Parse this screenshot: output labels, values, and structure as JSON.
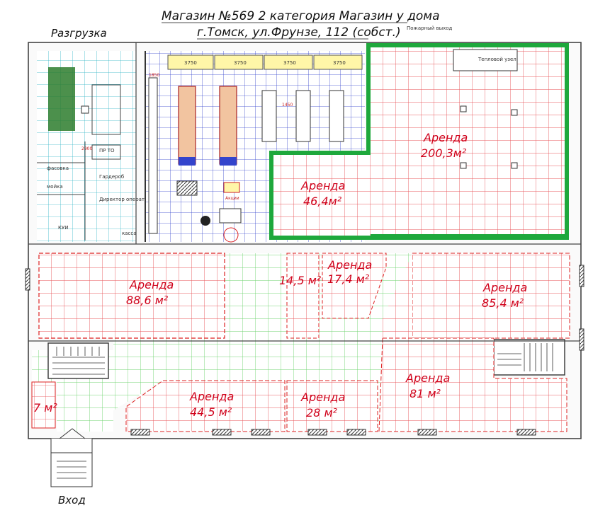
{
  "header": {
    "line1": "Магазин №569   2 категория Магазин у дома",
    "line2": "г.Томск, ул.Фрунзе, 112 (собст.)"
  },
  "labels": {
    "unloading": "Разгрузка",
    "entrance": "Вход",
    "fire_exit": "Пожарный выход",
    "heat_point": "Тепловой узел",
    "shelf_width": "3750",
    "dim_1": "1850",
    "dim_2": "2900",
    "dim_3": "1450",
    "fasovka": "фасовка",
    "moika": "мойка",
    "garderob": "Гардероб",
    "director": "Директор оператор",
    "pr_to": "ПР ТО",
    "kassa": "касса",
    "kuii": "КУИ",
    "akcii": "Акции"
  },
  "rooms": {
    "r1": {
      "name": "Аренда",
      "area": "200,3м²"
    },
    "r2": {
      "name": "Аренда",
      "area": "46,4м²"
    },
    "r3": {
      "name": "Аренда",
      "area": "88,6 м²"
    },
    "r4": {
      "area": "14,5 м²"
    },
    "r5": {
      "name": "Аренда",
      "area": "17,4 м²"
    },
    "r6": {
      "name": "Аренда",
      "area": "85,4 м²"
    },
    "r7": {
      "area": "7 м²"
    },
    "r8": {
      "name": "Аренда",
      "area": "44,5 м²"
    },
    "r9": {
      "name": "Аренда",
      "area": "28 м²"
    },
    "r10": {
      "name": "Аренда",
      "area": "81 м²"
    }
  },
  "colors": {
    "red_grid": "#e8555a",
    "blue_grid": "#3344cc",
    "green_grid": "#6fd36f",
    "teal_grid": "#36b8c8",
    "highlight_green": "#1ea83c",
    "label_red": "#d0021b",
    "shelf_yellow": "#fff6a8"
  }
}
